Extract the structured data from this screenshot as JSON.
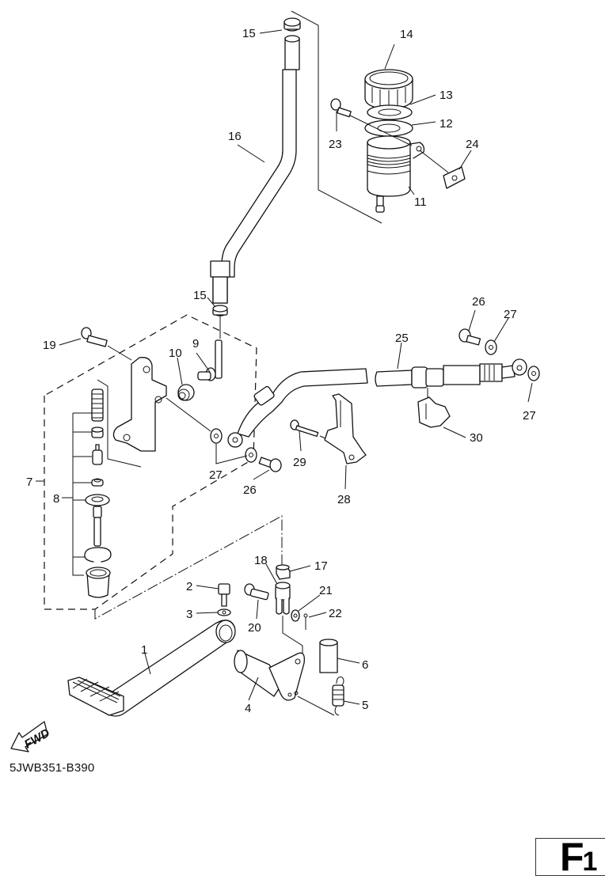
{
  "diagram": {
    "title": "Rear brake master cylinder and pedal — exploded parts view",
    "part_code": "5JWB351-B390",
    "page_label_main": "F",
    "page_label_sub": "1",
    "direction_label": "FWD",
    "callouts": [
      {
        "id": "c1",
        "label": "1"
      },
      {
        "id": "c2",
        "label": "2"
      },
      {
        "id": "c3",
        "label": "3"
      },
      {
        "id": "c4",
        "label": "4"
      },
      {
        "id": "c5",
        "label": "5"
      },
      {
        "id": "c6",
        "label": "6"
      },
      {
        "id": "c7",
        "label": "7"
      },
      {
        "id": "c8",
        "label": "8"
      },
      {
        "id": "c9",
        "label": "9"
      },
      {
        "id": "c10",
        "label": "10"
      },
      {
        "id": "c11",
        "label": "11"
      },
      {
        "id": "c12",
        "label": "12"
      },
      {
        "id": "c13",
        "label": "13"
      },
      {
        "id": "c14",
        "label": "14"
      },
      {
        "id": "c15a",
        "label": "15"
      },
      {
        "id": "c15b",
        "label": "15"
      },
      {
        "id": "c16",
        "label": "16"
      },
      {
        "id": "c17",
        "label": "17"
      },
      {
        "id": "c18",
        "label": "18"
      },
      {
        "id": "c19",
        "label": "19"
      },
      {
        "id": "c20",
        "label": "20"
      },
      {
        "id": "c21",
        "label": "21"
      },
      {
        "id": "c22",
        "label": "22"
      },
      {
        "id": "c23",
        "label": "23"
      },
      {
        "id": "c24",
        "label": "24"
      },
      {
        "id": "c25",
        "label": "25"
      },
      {
        "id": "c26a",
        "label": "26"
      },
      {
        "id": "c26b",
        "label": "26"
      },
      {
        "id": "c27a",
        "label": "27"
      },
      {
        "id": "c27b",
        "label": "27"
      },
      {
        "id": "c27c",
        "label": "27"
      },
      {
        "id": "c28",
        "label": "28"
      },
      {
        "id": "c29",
        "label": "29"
      },
      {
        "id": "c30",
        "label": "30"
      }
    ]
  }
}
